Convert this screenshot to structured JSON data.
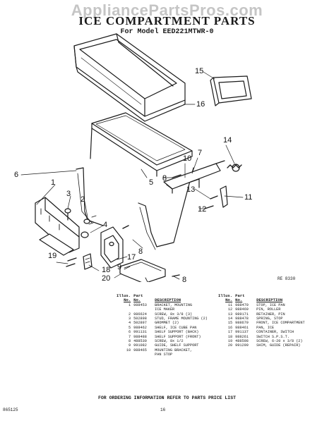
{
  "watermark": "AppliancePartsPros.com",
  "title": "ICE COMPARTMENT PARTS",
  "subtitle": "For Model EED221MTWR-0",
  "figure_code": "RE 8330",
  "callouts": [
    "1",
    "2",
    "3",
    "4",
    "5",
    "6",
    "7",
    "8",
    "9",
    "10",
    "11",
    "12",
    "13",
    "14",
    "15",
    "16",
    "17",
    "18",
    "19",
    "20"
  ],
  "parts_table": {
    "header_line1": [
      "Illus.",
      "Part",
      ""
    ],
    "header_line2": [
      "No.",
      "No.",
      "DESCRIPTION"
    ],
    "left": [
      {
        "no": "1",
        "part": "988453",
        "desc": "BRACKET, MOUNTING"
      },
      {
        "no": "",
        "part": "",
        "desc": "ICE MAKER"
      },
      {
        "no": "2",
        "part": "986624",
        "desc": "SCREW, 8x 3/8 (3)"
      },
      {
        "no": "3",
        "part": "502898",
        "desc": "STUD, FRAME MOUNTING (2)"
      },
      {
        "no": "4",
        "part": "502897",
        "desc": "GROMMET (2)"
      },
      {
        "no": "5",
        "part": "988462",
        "desc": "SHELF, ICE CUBE PAN"
      },
      {
        "no": "6",
        "part": "991131",
        "desc": "SHELF SUPPORT (BACK)"
      },
      {
        "no": "7",
        "part": "988488",
        "desc": "SHELF SUPPORT (FRONT)"
      },
      {
        "no": "8",
        "part": "488530",
        "desc": "SCREW, 8x 1/2"
      },
      {
        "no": "9",
        "part": "991082",
        "desc": "GUIDE, SHELF SUPPORT"
      },
      {
        "no": "10",
        "part": "988465",
        "desc": "MOUNTING BRACKET,"
      },
      {
        "no": "",
        "part": "",
        "desc": "PAN STOP"
      }
    ],
    "right": [
      {
        "no": "11",
        "part": "988470",
        "desc": "STOP, ICE PAN"
      },
      {
        "no": "12",
        "part": "988469",
        "desc": "PIN, ROLLER"
      },
      {
        "no": "13",
        "part": "989171",
        "desc": "RETAINER, PIN"
      },
      {
        "no": "14",
        "part": "988478",
        "desc": "SPRING, STOP"
      },
      {
        "no": "15",
        "part": "988679",
        "desc": "FRONT, ICE COMPARTMENT"
      },
      {
        "no": "16",
        "part": "988461",
        "desc": "PAN, ICE"
      },
      {
        "no": "17",
        "part": "991137",
        "desc": "CONTAINER, SWITCH"
      },
      {
        "no": "18",
        "part": "988261",
        "desc": "SWITCH S.P.S.T."
      },
      {
        "no": "19",
        "part": "488598",
        "desc": "SCREW, 6-20 x 3/8 (2)"
      },
      {
        "no": "20",
        "part": "991299",
        "desc": "SHIM, GUIDE (REPAIR)"
      }
    ]
  },
  "footer_note": "FOR ORDERING INFORMATION REFER TO PARTS PRICE LIST",
  "doc_code": "865125",
  "page_number": "16"
}
